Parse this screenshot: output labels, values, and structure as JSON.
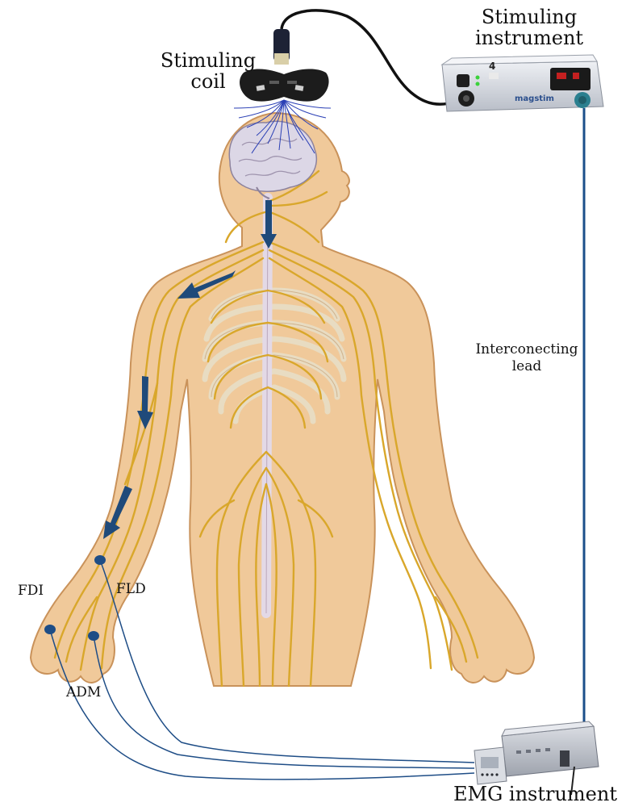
{
  "labels": {
    "stim_coil_line1": "Stimuling",
    "stim_coil_line2": "coil",
    "stim_instr_line1": "Stimuling",
    "stim_instr_line2": "instrument",
    "lead_line1": "Interconecting",
    "lead_line2": "lead",
    "emg": "EMG instrument",
    "fdi": "FDI",
    "fld": "FLD",
    "adm": "ADM"
  },
  "devices": {
    "stimulator_brand": "magstim",
    "stimulator_display": "4"
  },
  "colors": {
    "skin": "#f0c99a",
    "skin_outline": "#c9925a",
    "nerve": "#d9a72b",
    "bone": "#efe8d8",
    "spine": "#e3d9e6",
    "brain": "#dcd7e6",
    "arrow": "#1f4a7a",
    "lead": "#1b4f8a",
    "electrode_wire": "#1e4d86",
    "coil": "#1c1c1c",
    "coil_field": "#2a3fb5",
    "device_body": "#d9dde4"
  }
}
